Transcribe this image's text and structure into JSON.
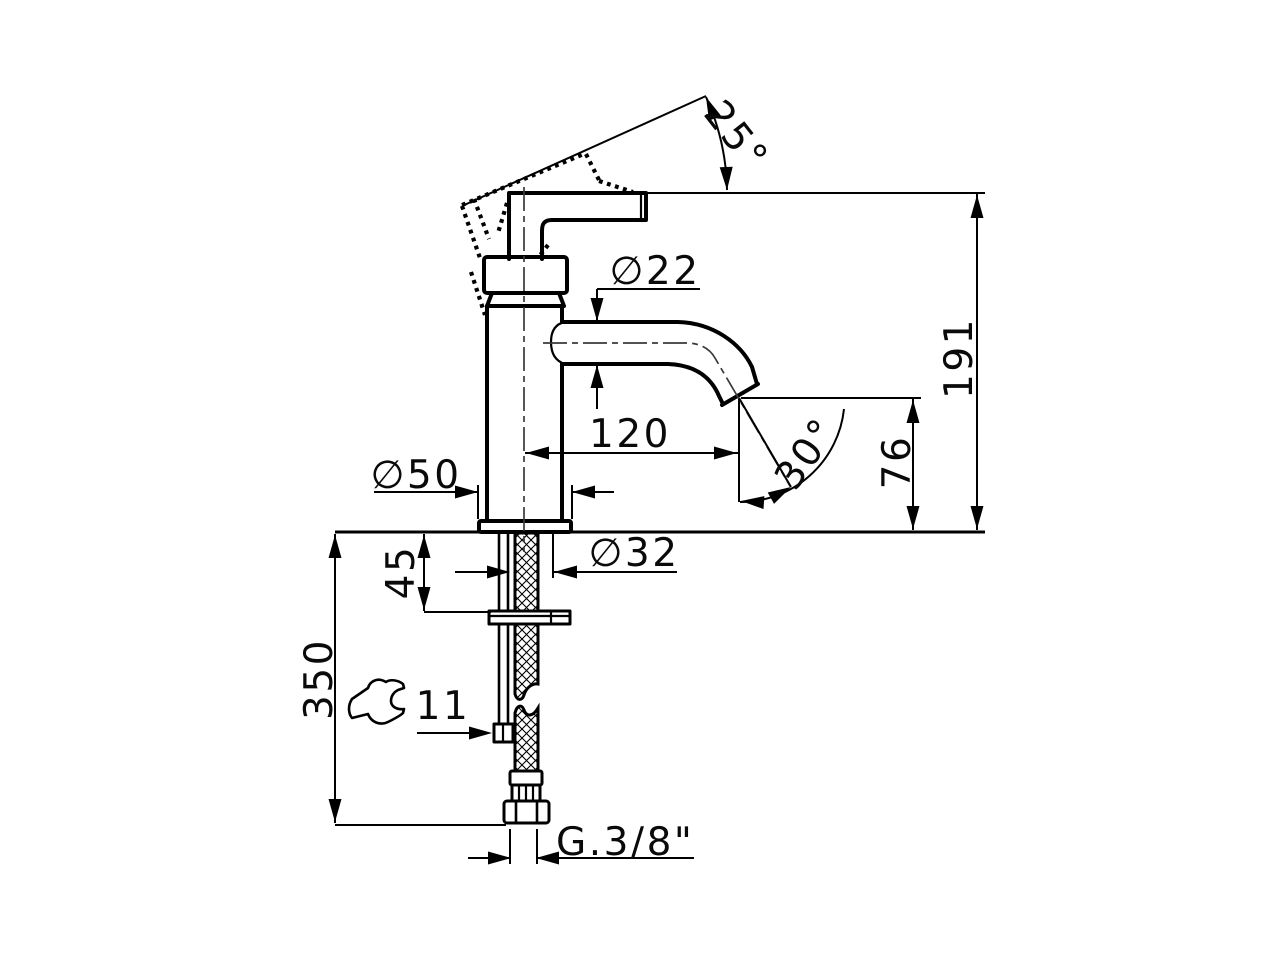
{
  "drawing": {
    "dimensions": {
      "handle_angle": "25°",
      "spout_diameter": "∅22",
      "overall_height": "191",
      "spout_reach": "120",
      "outlet_angle": "30°",
      "outlet_height": "76",
      "base_diameter": "∅50",
      "hole_diameter": "∅32",
      "clamp_thickness": "45",
      "hose_length": "350",
      "wrench_size": "11",
      "thread": "G.3/8\""
    },
    "colors": {
      "background": "#ffffff",
      "line": "#000000"
    }
  }
}
